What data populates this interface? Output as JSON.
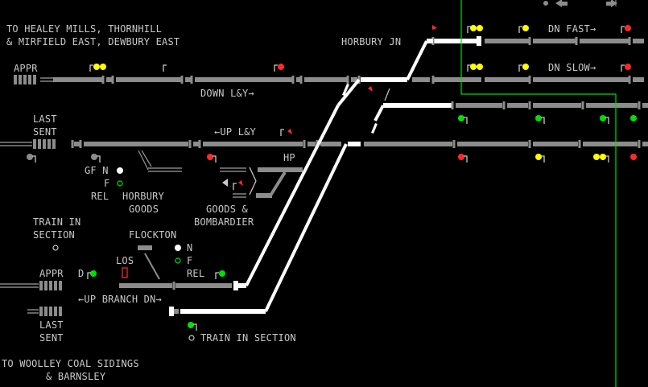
{
  "colors": {
    "background": "#000000",
    "track": "#8c8c8c",
    "route_set": "#ffffff",
    "signal_red": "#ff2a2a",
    "signal_yellow": "#ffff00",
    "signal_green": "#00e000",
    "text": "#c8c8c8",
    "los_indicator": "#ff3030"
  },
  "labels": {
    "dest_top_line1": "TO HEALEY MILLS, THORNHILL",
    "dest_top_line2": "& MIRFIELD EAST, DEWBURY EAST",
    "horbury_jn": "HORBURY JN",
    "dn_fast": "DN FAST→",
    "dn_slow": "DN SLOW→",
    "appr_top": "APPR",
    "down_ly": "DOWN L&Y→",
    "last_sent_top_1": "LAST",
    "last_sent_top_2": "SENT",
    "up_ly": "←UP L&Y",
    "gf_n": "GF N",
    "gf_f": "F",
    "gf_rel": "REL",
    "horbury_goods_1": "HORBURY",
    "horbury_goods_2": "GOODS",
    "hp": "HP",
    "goods_bombardier_1": "GOODS &",
    "goods_bombardier_2": "BOMBARDIER",
    "train_in_section_top_1": "TRAIN IN",
    "train_in_section_top_2": "SECTION",
    "flockton": "FLOCKTON",
    "flockton_n": "N",
    "flockton_f": "F",
    "flockton_rel": "REL",
    "los": "LOS",
    "appr_bottom": "APPR",
    "d_label": "D",
    "up_branch_dn": "←UP BRANCH DN→",
    "last_sent_bottom_1": "LAST",
    "last_sent_bottom_2": "SENT",
    "train_in_section_bottom": "TRAIN IN SECTION",
    "dest_bottom_line1": "TO WOOLLEY COAL SIDINGS",
    "dest_bottom_line2": "& BARNSLEY"
  }
}
